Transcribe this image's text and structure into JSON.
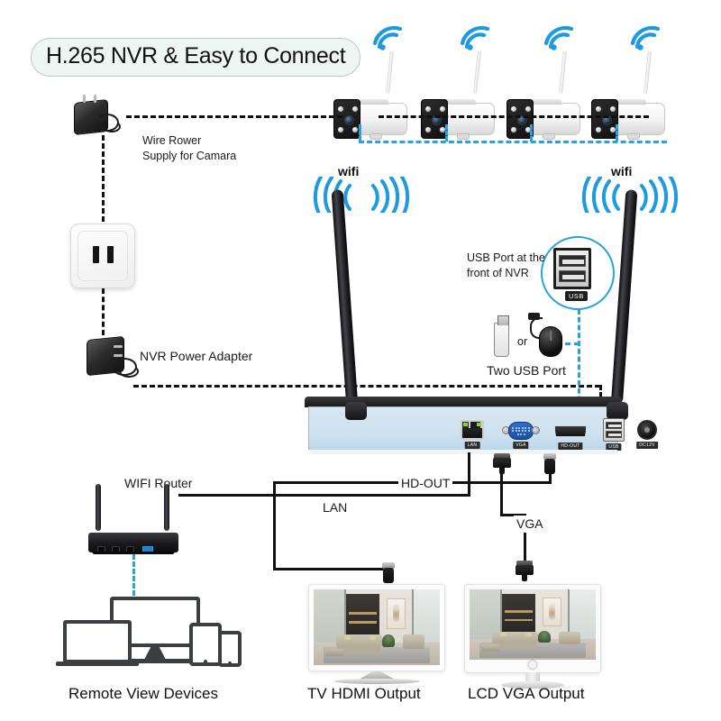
{
  "title": "H.265 NVR & Easy to Connect",
  "labels": {
    "camera_power": "Wire Rower\nSupply for Camara",
    "nvr_power": "NVR Power Adapter",
    "usb_front": "USB Port at the\nfront of NVR",
    "two_usb": "Two USB Port",
    "or": "or",
    "usb_badge": "USB",
    "wifi_left": "wifi",
    "wifi_right": "wifi",
    "router": "WIFI Router",
    "lan_cable": "LAN",
    "hdout_cable": "HD-OUT",
    "vga_cable": "VGA"
  },
  "captions": {
    "remote": "Remote View Devices",
    "tv": "TV HDMI Output",
    "lcd": "LCD VGA Output"
  },
  "nvr_ports": [
    {
      "name": "lan",
      "label": "LAN"
    },
    {
      "name": "vga",
      "label": "VGA"
    },
    {
      "name": "hdout",
      "label": "HD-OUT"
    },
    {
      "name": "usb",
      "label": "USB"
    },
    {
      "name": "dc",
      "label": "DC12V"
    }
  ],
  "cameras": [
    {
      "index": 1
    },
    {
      "index": 2
    },
    {
      "index": 3
    },
    {
      "index": 4
    }
  ],
  "colors": {
    "accent_blue": "#29a3dd",
    "wifi_blue": "#1e9ae0",
    "line_black": "#111111",
    "nvr_face": "#cfe2f0",
    "title_pill_bg": "#eef6f3"
  }
}
